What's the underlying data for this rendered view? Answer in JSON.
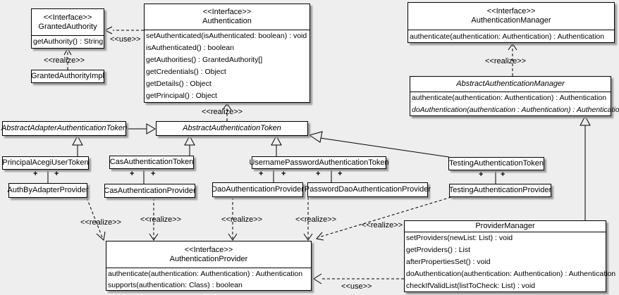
{
  "diagram": {
    "type": "uml-class-diagram",
    "background_color": "#eeeeee",
    "box_fill": "#ffffff",
    "line_color": "#000000"
  },
  "labels": {
    "realize": "<<realize>>",
    "use": "<<use>>",
    "plus": "+"
  },
  "classes": {
    "granted_authority": {
      "stereotype": "<<Interface>>",
      "name": "GrantedAuthority",
      "methods": [
        "getAuthority() : String"
      ]
    },
    "granted_authority_impl": {
      "name": "GrantedAuthorityImpl"
    },
    "authentication": {
      "stereotype": "<<Interface>>",
      "name": "Authentication",
      "methods": [
        "setAuthenticated(isAuthenticated: boolean) : void",
        "isAuthenticated() : boolean",
        "getAuthorities() : GrantedAuthority[]",
        "getCredentials() : Object",
        "getDetails() : Object",
        "getPrincipal() : Object"
      ]
    },
    "authentication_manager": {
      "stereotype": "<<Interface>>",
      "name": "AuthenticationManager",
      "methods": [
        "authenticate(authentication: Authentication) : Authentication"
      ]
    },
    "abstract_authentication_manager": {
      "name": "AbstractAuthenticationManager",
      "abstract": true,
      "methods": [
        "authenticate(authentication: Authentication) : Authentication",
        "doAuthentication(authentication : Authentication) : Authentication"
      ]
    },
    "abstract_adapter_authentication_token": {
      "name": "AbstractAdapterAuthenticationToken",
      "abstract": true
    },
    "abstract_authentication_token": {
      "name": "AbstractAuthenticationToken",
      "abstract": true
    },
    "principal_acegi_user_token": {
      "name": "PrincipalAcegiUserToken"
    },
    "cas_authentication_token": {
      "name": "CasAuthenticationToken"
    },
    "username_password_authentication_token": {
      "name": "UsernamePasswordAuthenticationToken"
    },
    "testing_authentication_token": {
      "name": "TestingAuthenticationToken"
    },
    "auth_by_adapter_provider": {
      "name": "AuthByAdapterProvider"
    },
    "cas_authentication_provider": {
      "name": "CasAuthenticationProvider"
    },
    "dao_authentication_provider": {
      "name": "DaoAuthenticationProvider"
    },
    "password_dao_authentication_provider": {
      "name": "PasswordDaoAuthenticationProvider"
    },
    "testing_authentication_provider": {
      "name": "TestingAuthenticationProvider"
    },
    "authentication_provider": {
      "stereotype": "<<Interface>>",
      "name": "AuthenticationProvider",
      "methods": [
        "authenticate(authentication: Authentication) : Authentication",
        "supports(authentication: Class) : boolean"
      ]
    },
    "provider_manager": {
      "name": "ProviderManager",
      "methods": [
        "setProviders(newList: List) : void",
        "getProviders() : List",
        "afterPropertiesSet() : void",
        "doAuthentication(authentication: Authentication) : Authentication",
        "checkIfValidList(listToCheck: List) : void"
      ]
    }
  },
  "relationships": [
    {
      "type": "realize",
      "from": "GrantedAuthorityImpl",
      "to": "GrantedAuthority"
    },
    {
      "type": "use",
      "from": "Authentication",
      "to": "GrantedAuthority"
    },
    {
      "type": "realize",
      "from": "AbstractAuthenticationToken",
      "to": "Authentication"
    },
    {
      "type": "realize",
      "from": "AbstractAuthenticationManager",
      "to": "AuthenticationManager"
    },
    {
      "type": "generalization",
      "from": "ProviderManager",
      "to": "AbstractAuthenticationManager"
    },
    {
      "type": "generalization",
      "from": "AbstractAdapterAuthenticationToken",
      "to": "AbstractAuthenticationToken"
    },
    {
      "type": "generalization",
      "from": "PrincipalAcegiUserToken",
      "to": "AbstractAdapterAuthenticationToken"
    },
    {
      "type": "generalization",
      "from": "CasAuthenticationToken",
      "to": "AbstractAuthenticationToken"
    },
    {
      "type": "generalization",
      "from": "UsernamePasswordAuthenticationToken",
      "to": "AbstractAuthenticationToken"
    },
    {
      "type": "generalization",
      "from": "TestingAuthenticationToken",
      "to": "AbstractAuthenticationToken"
    },
    {
      "type": "association",
      "from": "PrincipalAcegiUserToken",
      "to": "AuthByAdapterProvider",
      "end_labels": [
        "+",
        "+"
      ]
    },
    {
      "type": "association",
      "from": "CasAuthenticationToken",
      "to": "CasAuthenticationProvider",
      "end_labels": [
        "+",
        "+"
      ]
    },
    {
      "type": "association",
      "from": "UsernamePasswordAuthenticationToken",
      "to": "DaoAuthenticationProvider",
      "end_labels": [
        "+",
        "+"
      ]
    },
    {
      "type": "association",
      "from": "UsernamePasswordAuthenticationToken",
      "to": "PasswordDaoAuthenticationProvider",
      "end_labels": [
        "+",
        "+"
      ]
    },
    {
      "type": "association",
      "from": "TestingAuthenticationToken",
      "to": "TestingAuthenticationProvider",
      "end_labels": [
        "+",
        "+"
      ]
    },
    {
      "type": "realize",
      "from": "AuthByAdapterProvider",
      "to": "AuthenticationProvider"
    },
    {
      "type": "realize",
      "from": "CasAuthenticationProvider",
      "to": "AuthenticationProvider"
    },
    {
      "type": "realize",
      "from": "DaoAuthenticationProvider",
      "to": "AuthenticationProvider"
    },
    {
      "type": "realize",
      "from": "PasswordDaoAuthenticationProvider",
      "to": "AuthenticationProvider"
    },
    {
      "type": "realize",
      "from": "TestingAuthenticationProvider",
      "to": "AuthenticationProvider"
    },
    {
      "type": "use",
      "from": "ProviderManager",
      "to": "AuthenticationProvider"
    }
  ]
}
